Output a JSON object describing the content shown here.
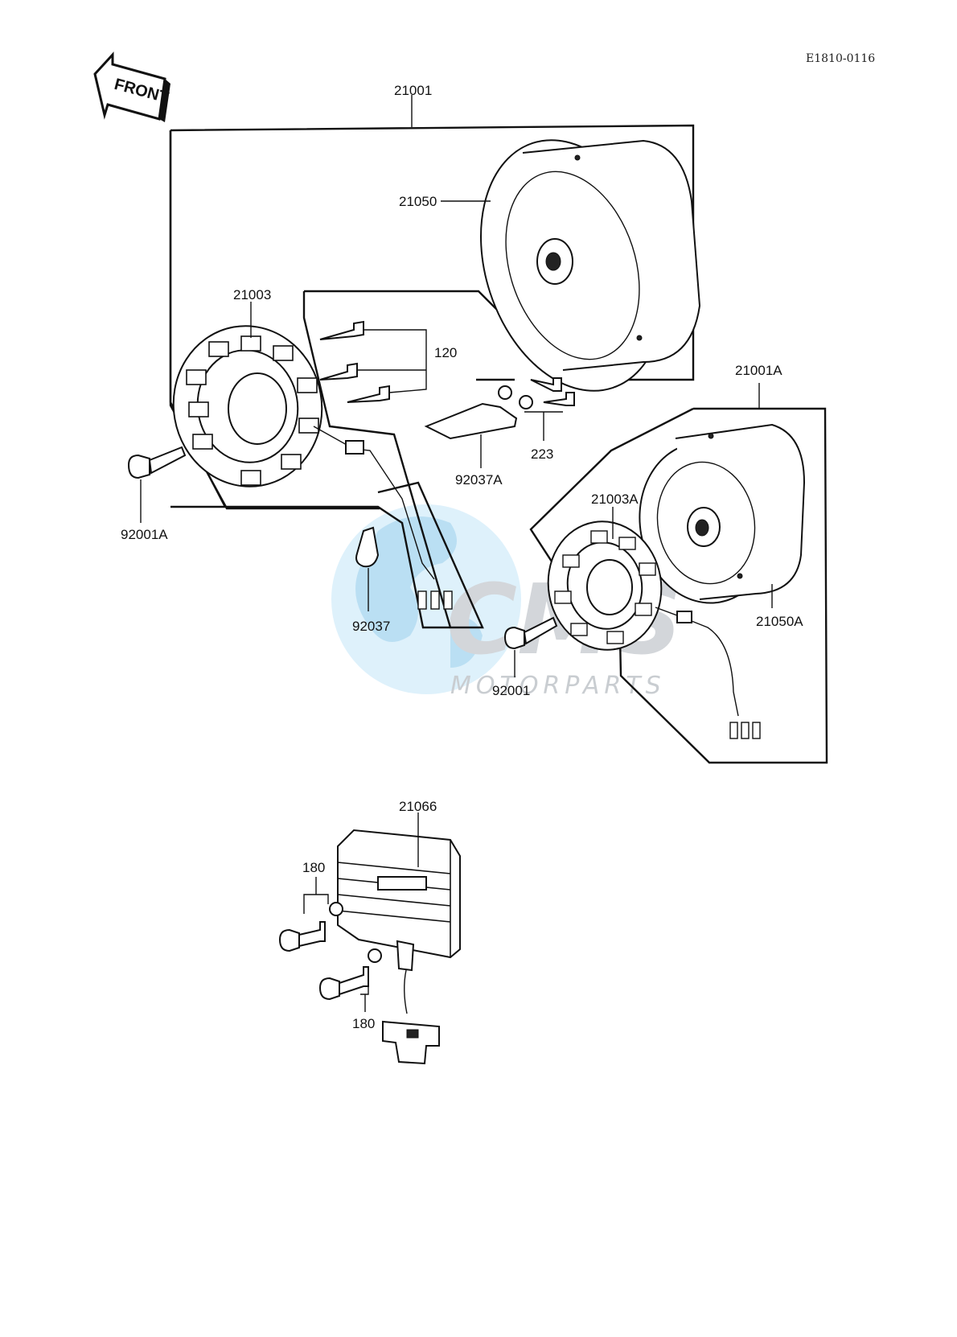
{
  "diagram_code": "E1810-0116",
  "front_label": "FRONT",
  "watermark": {
    "brand_mark": "CMS",
    "sub_text": "MOTORPARTS",
    "colors": {
      "globe": "#bfe3f5",
      "letters": "#d3d6da"
    }
  },
  "parts": {
    "p21001": "21001",
    "p21050": "21050",
    "p21003": "21003",
    "p120": "120",
    "p223": "223",
    "p92037A": "92037A",
    "p92001A": "92001A",
    "p92037": "92037",
    "p21001A": "21001A",
    "p21003A": "21003A",
    "p21050A": "21050A",
    "p92001": "92001",
    "p21066": "21066",
    "p180_top": "180",
    "p180_bottom": "180"
  }
}
